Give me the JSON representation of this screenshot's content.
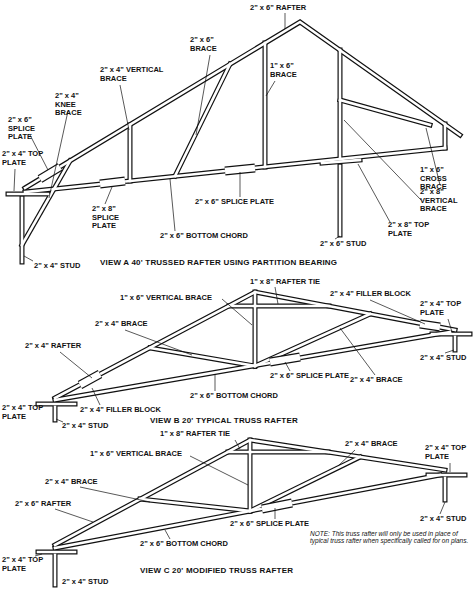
{
  "diagram": {
    "labels": [
      "2\" x 6\" RAFTER",
      "2\" x 6\" BRACE",
      "1\" x 6\" BRACE",
      "2\" x 4\" VERTICAL BRACE",
      "2\" x 4\" KNEE BRACE",
      "2\" x 6\" SPLICE PLATE",
      "2\" x 4\" TOP PLATE",
      "1\" x 6\" CROSS BRACE",
      "2\" x 8\" VERTICAL BRACE",
      "2\" x 6\" SPLICE PLATE",
      "2\" x 8\" TOP PLATE",
      "2\" x 8\" SPLICE PLATE",
      "2\" x 6\" BOTTOM CHORD",
      "2\" x 6\" STUD",
      "2\" x 4\" STUD",
      "VIEW A 40' TRUSSED RAFTER USING PARTITION BEARING",
      "1\" x 8\" RAFTER TIE",
      "1\" x 6\" VERTICAL BRACE",
      "2\" x 4\" FILLER BLOCK",
      "2\" x 4\" BRACE",
      "2\" x 4\" TOP PLATE",
      "2\" x 4\" RAFTER",
      "2\" x 6\" SPLICE PLATE",
      "2\" x 4\" BRACE",
      "2\" x 4\" STUD",
      "2\" x 4\" TOP PLATE",
      "2\" x 4\" FILLER BLOCK",
      "2\" x 6\" BOTTOM CHORD",
      "VIEW B 20' TYPICAL TRUSS RAFTER",
      "2\" x 4\" STUD",
      "2\" x 4\" BRACE",
      "1\" x 6\" VERTICAL BRACE",
      "2\" x 4\" TOP PLATE",
      "1\" x 8\" RAFTER TIE",
      "2\" x 4\" BRACE",
      "2\" x 6\" RAFTER",
      "2\" x 6\" SPLICE PLATE",
      "2\" x 4\" STUD",
      "2\" x 6\" BOTTOM CHORD",
      "NOTE: This truss rafter will only be used in place of typical truss rafter when specifically called for on plans.",
      "2\" x 4\" TOP PLATE",
      "VIEW C 20' MODIFIED TRUSS RAFTER",
      "2\" x 4\" STUD"
    ]
  }
}
